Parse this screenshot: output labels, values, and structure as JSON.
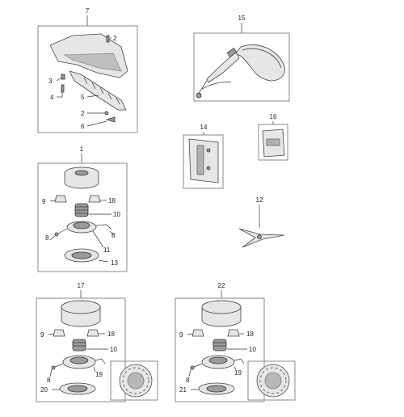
{
  "groups": [
    {
      "id": "7"
    },
    {
      "id": "15"
    },
    {
      "id": "1"
    },
    {
      "id": "14"
    },
    {
      "id": "16"
    },
    {
      "id": "12"
    },
    {
      "id": "17"
    },
    {
      "id": "22"
    }
  ],
  "callouts": {
    "g7": [
      "2",
      "3",
      "4",
      "5",
      "2",
      "6"
    ],
    "g1": [
      "9",
      "18",
      "10",
      "8",
      "8",
      "11",
      "13"
    ],
    "g17": [
      "9",
      "18",
      "10",
      "19",
      "8",
      "20"
    ],
    "g22": [
      "9",
      "18",
      "10",
      "19",
      "8",
      "21"
    ]
  }
}
